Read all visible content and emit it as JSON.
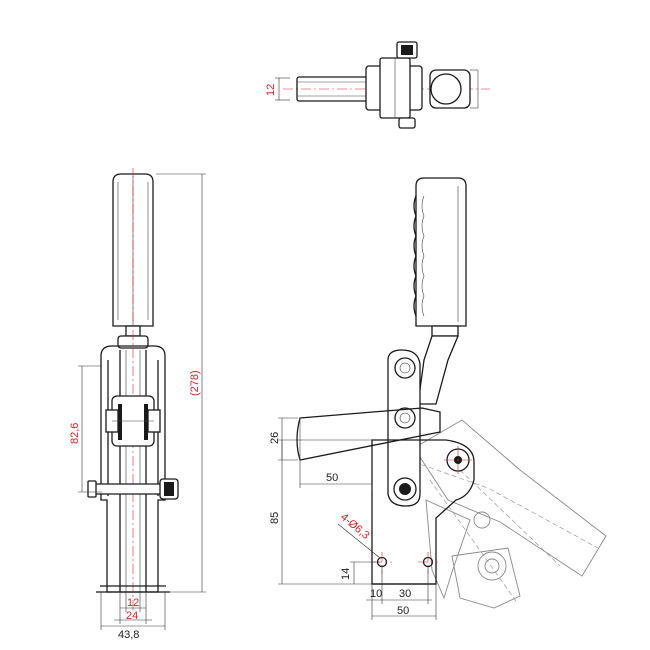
{
  "dimensions": {
    "top_view_width": "12",
    "handle_travel": "(278)",
    "body_height_front": "82,6",
    "base_width_inner": "12",
    "base_width_mid": "24",
    "base_width_total": "43,8",
    "side_offset_top": "26",
    "side_reach": "50",
    "side_base_height": "85",
    "mount_holes": "4-Ø6,3",
    "hole_edge_v": "14",
    "hole_edge_h": "10",
    "hole_pitch": "30",
    "base_length": "50"
  },
  "colors": {
    "dimension_text": "#d9262a",
    "outline": "#1a1a1a",
    "ghost_outline": "#8a8a8a"
  }
}
